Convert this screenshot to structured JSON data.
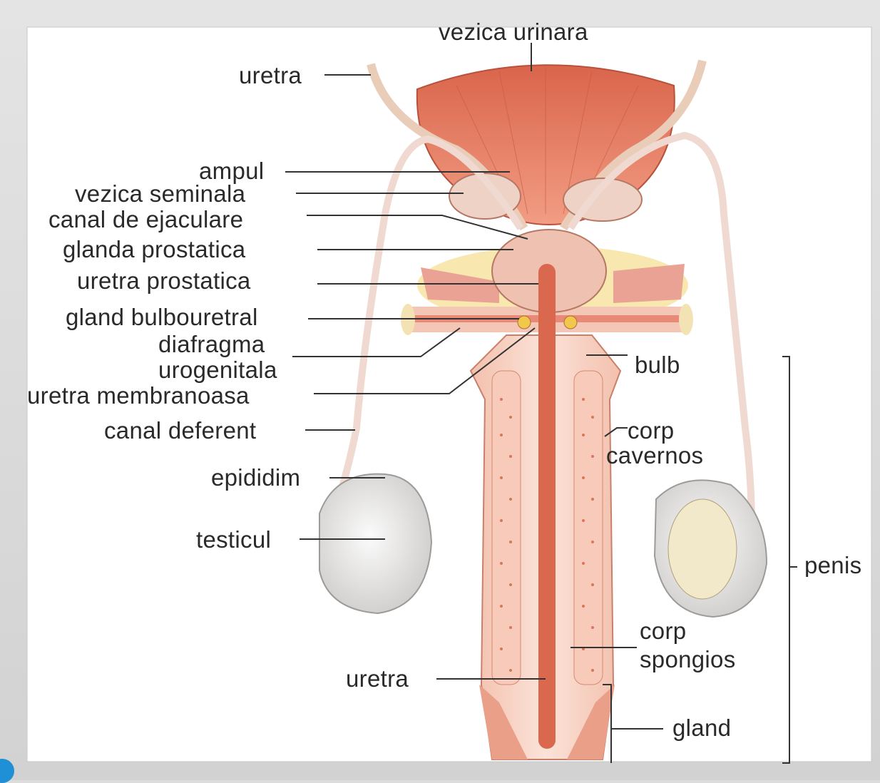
{
  "labels": {
    "vezica_urinara": "vezica urinara",
    "uretra_top": "uretra",
    "ampul": "ampul",
    "vezica_seminala": "vezica seminala",
    "canal_ejaculare": "canal de ejaculare",
    "glanda_prostatica": "glanda prostatica",
    "uretra_prostatica": "uretra prostatica",
    "gland_bulbouretral": "gland bulbouretral",
    "diafragma": "diafragma",
    "urogenitala": "urogenitala",
    "uretra_membranoasa": "uretra membranoasa",
    "canal_deferent": "canal deferent",
    "epididim": "epididim",
    "testicul": "testicul",
    "uretra_bottom": "uretra",
    "bulb": "bulb",
    "corp_cavernos_1": "corp",
    "corp_cavernos_2": "cavernos",
    "corp_spongios_1": "corp",
    "corp_spongios_2": "spongios",
    "gland": "gland",
    "penis": "penis"
  },
  "colors": {
    "bladder": "#e07a5f",
    "tissue": "#f0b9a4",
    "spongy": "#f8dccf",
    "urethra": "#d9684e",
    "testis": "#e6e4e2",
    "fat": "#f7e6a6",
    "duct": "#e9cfc3",
    "leader": "#333333"
  }
}
